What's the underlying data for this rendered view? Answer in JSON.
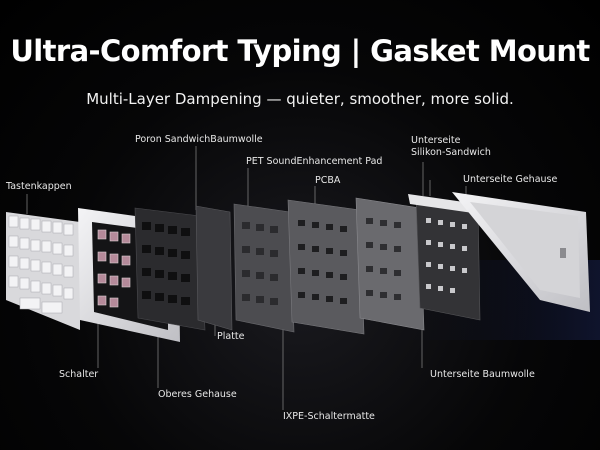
{
  "title": "Ultra-Comfort Typing | Gasket Mount",
  "subtitle": "Multi-Layer Dampening — quieter, smoother, more solid.",
  "labels": {
    "tastenkappen": "Tastenkappen",
    "poron": "Poron SandwichBaumwolle",
    "pet": "PET SoundEnhancement Pad",
    "pcba": "PCBA",
    "unterseite_silikon_1": "Unterseite",
    "unterseite_silikon_2": "Silikon-Sandwich",
    "unterseite_gehause": "Unterseite Gehause",
    "schalter": "Schalter",
    "oberes_gehause": "Oberes Gehause",
    "platte": "Platte",
    "ixpe": "IXPE-Schaltermatte",
    "unterseite_baumwolle": "Unterseite Baumwolle"
  },
  "colors": {
    "background": "#000000",
    "case_white": "#e6e6e8",
    "plate_dark": "#2b2b2e",
    "foam_gray": "#5a5a5e",
    "pcb_dark": "#3a3a3d",
    "switch_pink": "#b58a9a",
    "accent_blue": "#2a3a8a"
  }
}
